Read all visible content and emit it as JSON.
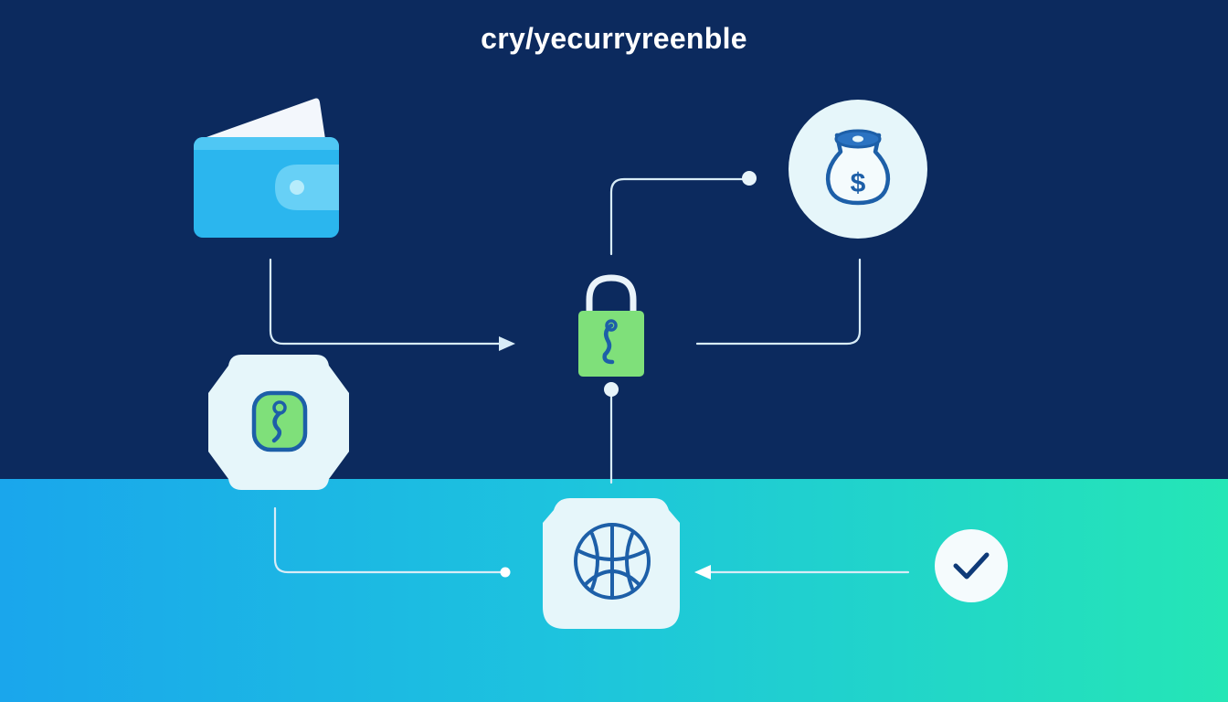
{
  "header": {
    "title": "cry/yecurryreenble"
  },
  "colors": {
    "background_dark": "#0c2a5e",
    "band_start": "#1aa6ec",
    "band_end": "#25e6b6",
    "node_fill": "#e6f6fa",
    "wallet_blue": "#2bb6ee",
    "lock_green": "#7fe07a",
    "icon_blue": "#1d5fa8",
    "check_navy": "#0f3a78"
  },
  "nodes": [
    {
      "id": "wallet",
      "icon": "wallet-icon"
    },
    {
      "id": "money-bag",
      "icon": "money-bag-icon"
    },
    {
      "id": "padlock",
      "icon": "padlock-icon"
    },
    {
      "id": "key-badge",
      "icon": "key-badge-icon"
    },
    {
      "id": "globe-node",
      "icon": "globe-icon"
    },
    {
      "id": "check",
      "icon": "checkmark-icon"
    }
  ]
}
